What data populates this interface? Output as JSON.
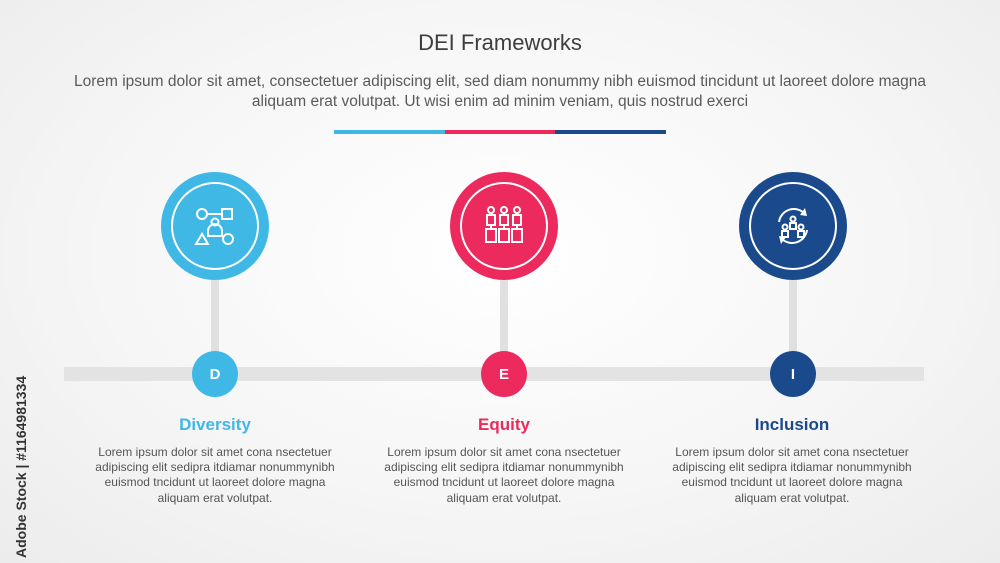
{
  "header": {
    "title": "DEI Frameworks",
    "subtitle": "Lorem ipsum dolor sit amet, consectetuer adipiscing elit, sed diam nonummy nibh euismod tincidunt ut laoreet dolore magna aliquam erat volutpat. Ut wisi enim ad minim veniam, quis nostrud exerci"
  },
  "colors": {
    "diversity": "#3fb8e6",
    "equity": "#ec2a5d",
    "inclusion": "#1b4a8c"
  },
  "stages": [
    {
      "letter": "D",
      "heading": "Diversity",
      "icon": "diverse-shapes-people-icon",
      "description": "Lorem ipsum dolor sit amet cona nsectetuer adipiscing elit sedipra itdiamar nonummynibh euismod tncidunt ut laoreet dolore magna aliquam erat volutpat."
    },
    {
      "letter": "E",
      "heading": "Equity",
      "icon": "people-on-pedestals-icon",
      "description": "Lorem ipsum dolor sit amet cona nsectetuer adipiscing elit sedipra itdiamar nonummynibh euismod tncidunt ut laoreet dolore magna aliquam erat volutpat."
    },
    {
      "letter": "I",
      "heading": "Inclusion",
      "icon": "people-group-cycle-icon",
      "description": "Lorem ipsum dolor sit amet cona nsectetuer adipiscing elit sedipra itdiamar nonummynibh euismod tncidunt ut laoreet dolore magna aliquam erat volutpat."
    }
  ],
  "watermark": "Adobe Stock | #1164981334"
}
